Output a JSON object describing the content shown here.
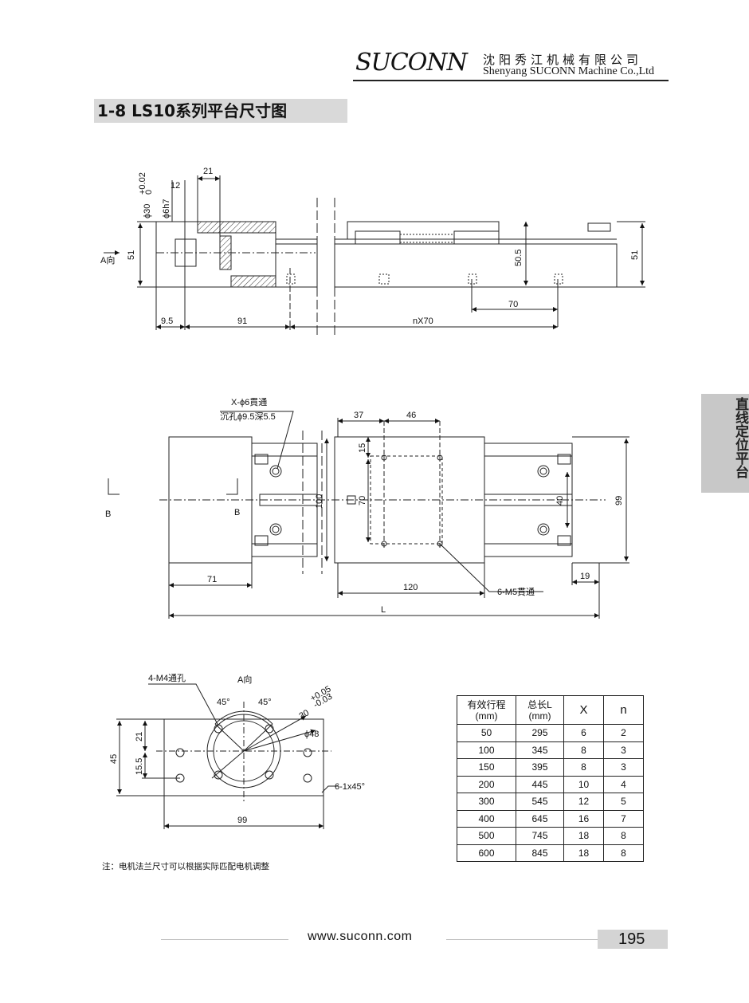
{
  "header": {
    "logo": "SUCONN",
    "company_cn": "沈阳秀江机械有限公司",
    "company_en": "Shenyang SUCONN Machine Co.,Ltd"
  },
  "title": "1-8 LS10系列平台尺寸图",
  "side_tab": "直线定位平台",
  "side_view": {
    "dim_12": "12",
    "dim_21": "21",
    "dim_phi30": "ϕ30",
    "dim_phi30_tol_upper": "+0.02",
    "dim_phi30_tol_lower": "0",
    "dim_phi6h7": "ϕ6h7",
    "dim_51_left": "51",
    "view_a_label": "A向",
    "dim_50_5": "50.5",
    "dim_51_right": "51",
    "dim_70": "70",
    "dim_9_5": "9.5",
    "dim_91": "91",
    "dim_nx70": "nX70"
  },
  "top_view": {
    "hole_note_1": "X-ϕ6貫通",
    "hole_note_2": "沉孔ϕ9.5深5.5",
    "dim_37": "37",
    "dim_46": "46",
    "dim_15": "15",
    "dim_100": "100",
    "dim_70": "70",
    "dim_40": "40",
    "dim_99": "99",
    "section_b_left": "B",
    "section_b_mid": "B",
    "dim_71": "71",
    "dim_120": "120",
    "dim_19": "19",
    "thread_note": "6-M5貫通",
    "dim_l": "L"
  },
  "flange_view": {
    "view_label": "A向",
    "thread_note": "4-M4通孔",
    "angle_left": "45°",
    "angle_right": "45°",
    "dim_30": "30",
    "dim_30_tol_upper": "+0.05",
    "dim_30_tol_lower": "-0.03",
    "dim_phi48": "ϕ48",
    "dim_45": "45",
    "dim_21": "21",
    "dim_15_5": "15.5",
    "chamfer_note": "6-1x45°",
    "dim_99": "99"
  },
  "spec_table": {
    "headers": [
      [
        "有效行程",
        "(mm)"
      ],
      [
        "总长L",
        "(mm)"
      ],
      [
        "X",
        ""
      ],
      [
        "n",
        ""
      ]
    ],
    "rows": [
      [
        "50",
        "295",
        "6",
        "2"
      ],
      [
        "100",
        "345",
        "8",
        "3"
      ],
      [
        "150",
        "395",
        "8",
        "3"
      ],
      [
        "200",
        "445",
        "10",
        "4"
      ],
      [
        "300",
        "545",
        "12",
        "5"
      ],
      [
        "400",
        "645",
        "16",
        "7"
      ],
      [
        "500",
        "745",
        "18",
        "8"
      ],
      [
        "600",
        "845",
        "18",
        "8"
      ]
    ]
  },
  "note": "注：电机法兰尺寸可以根据实际匹配电机调整",
  "footer": {
    "website": "www.suconn.com",
    "page_number": "195"
  }
}
